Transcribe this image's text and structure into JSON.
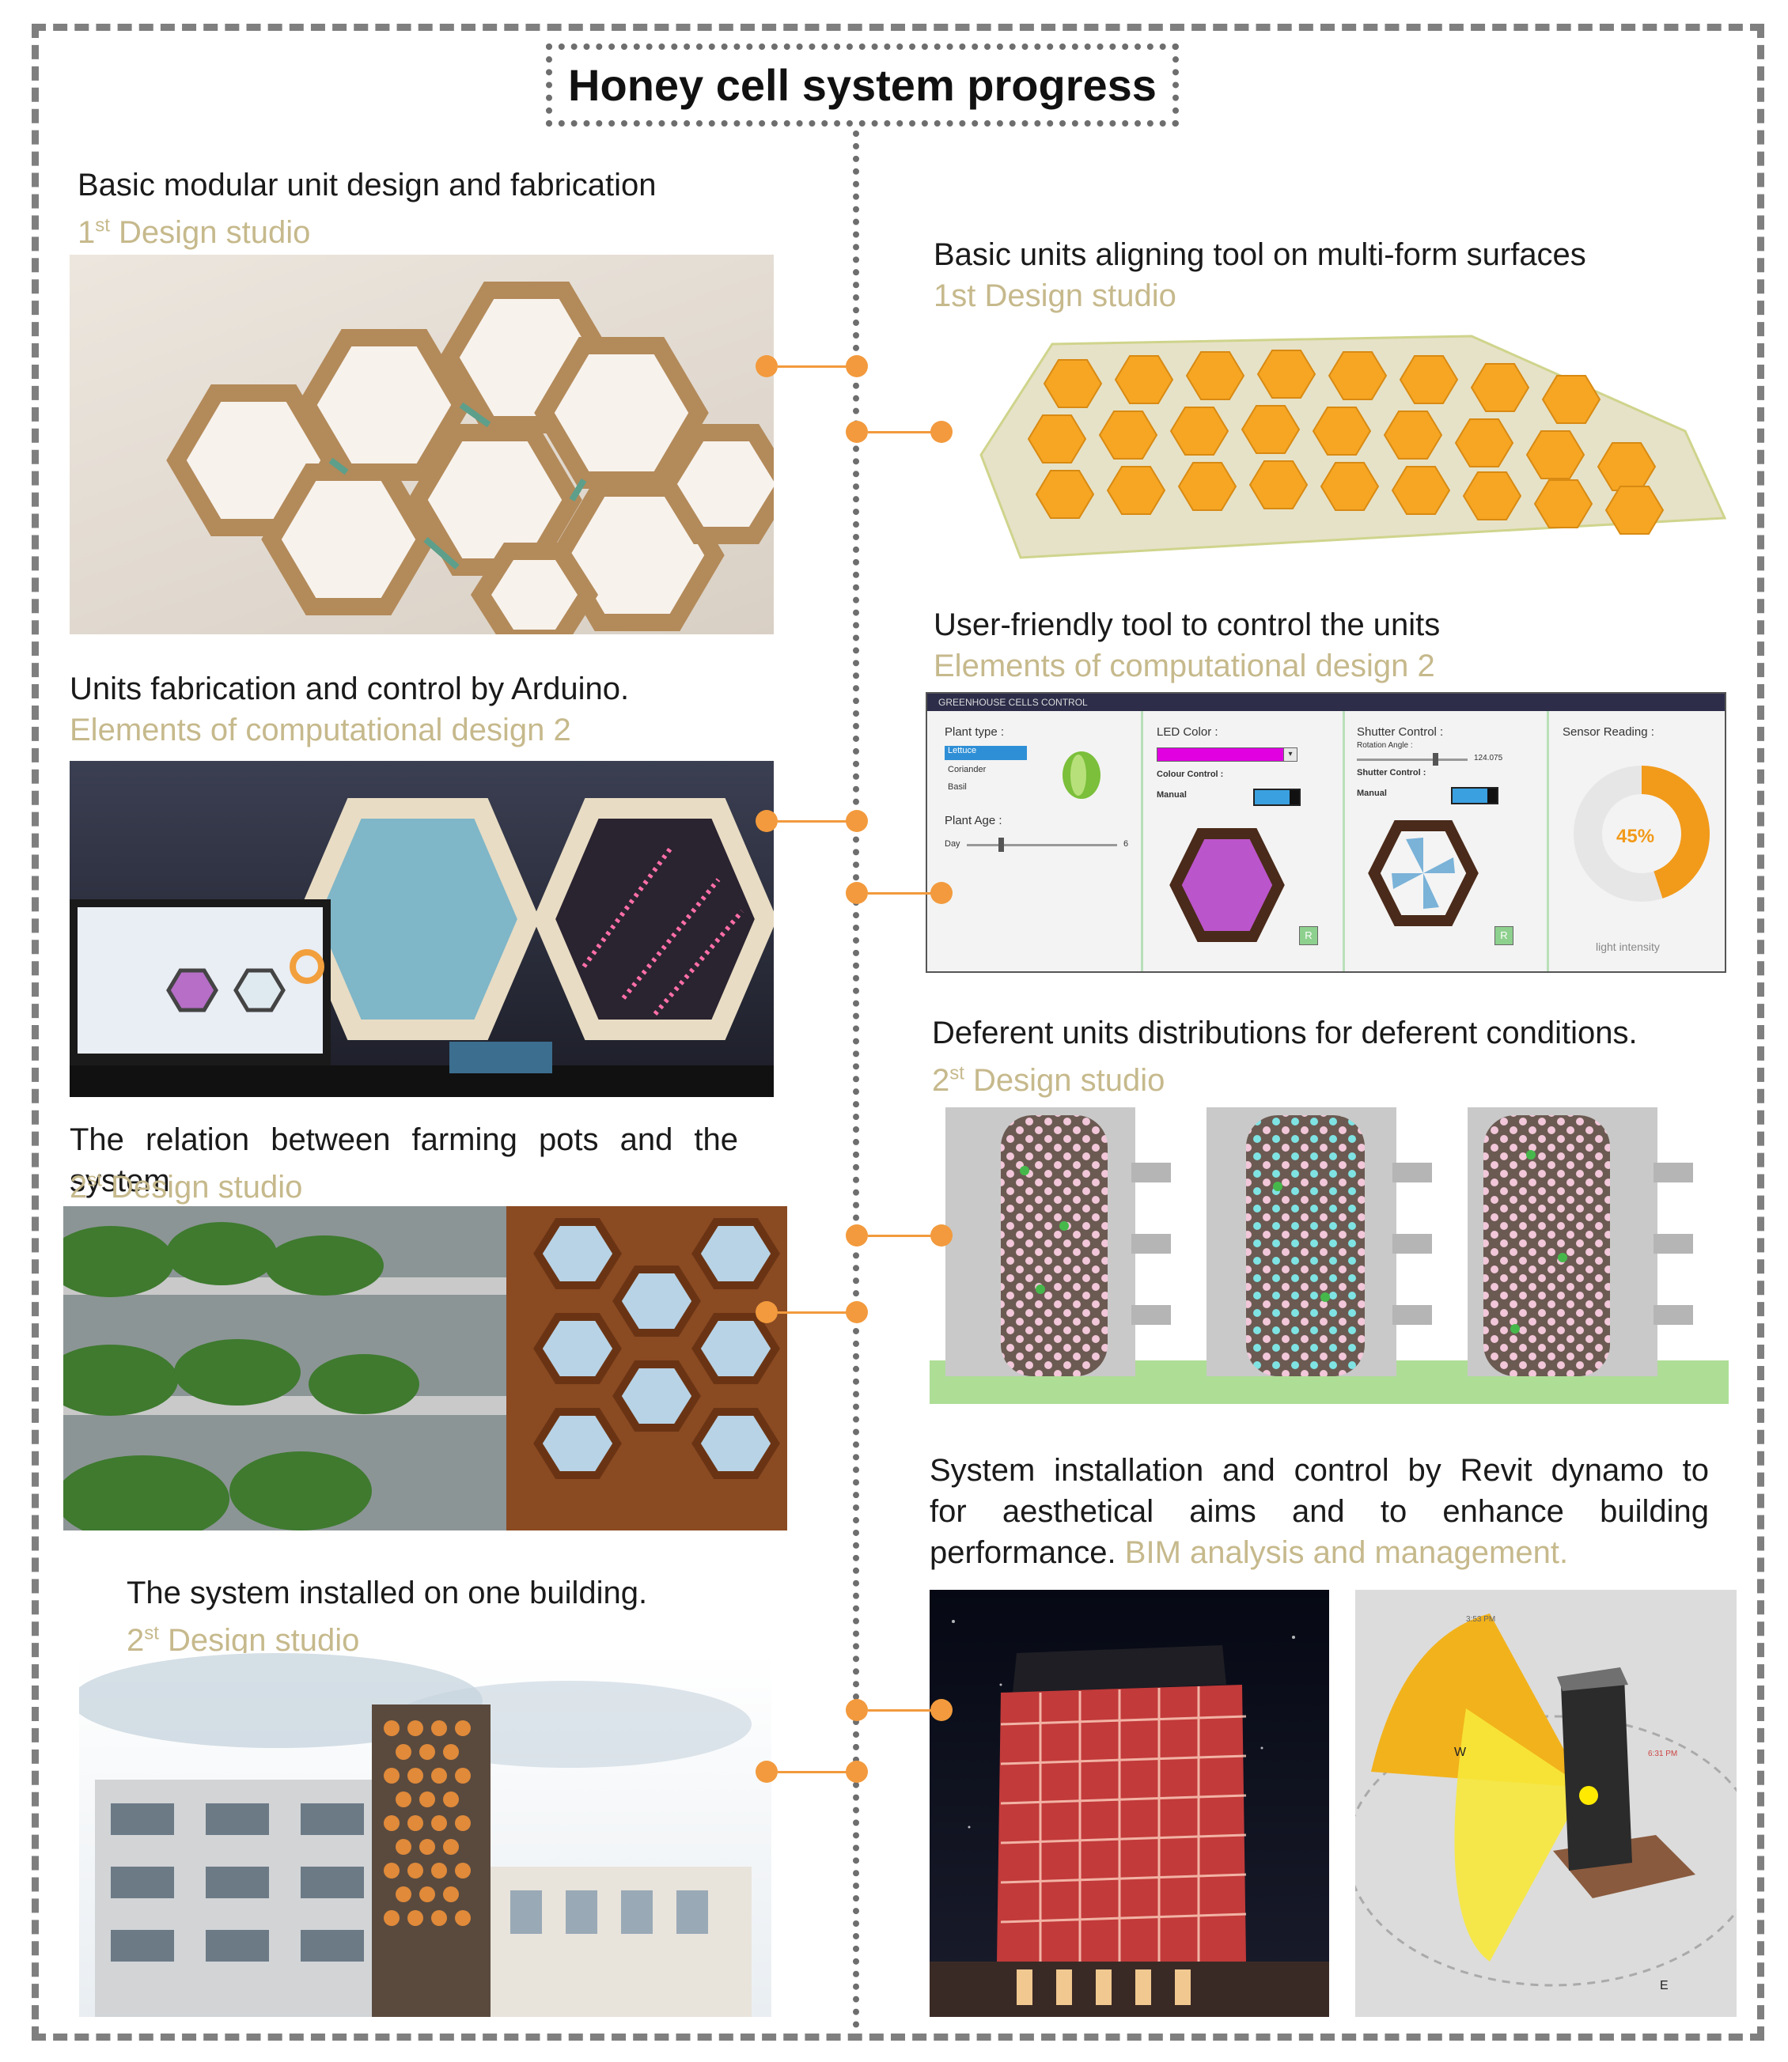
{
  "title": "Honey cell system progress",
  "left": [
    {
      "caption": "Basic modular unit design and fabrication",
      "sup_base": "1",
      "sup": "st",
      "studio": " Design studio"
    },
    {
      "caption": "Units fabrication and control by Arduino.",
      "studio": "Elements of computational design 2"
    },
    {
      "caption": "The relation between farming pots and the system",
      "sup_base": "2",
      "sup": "st",
      "studio": " Design studio"
    },
    {
      "caption": "The system installed on one building.",
      "sup_base": "2",
      "sup": "st",
      "studio": " Design studio"
    }
  ],
  "right": [
    {
      "caption": "Basic units aligning tool on multi-form surfaces",
      "studio": "1st Design studio"
    },
    {
      "caption": "User-friendly tool to control the units",
      "studio": "Elements of computational design 2"
    },
    {
      "caption": "Deferent units distributions for deferent conditions.",
      "sup_base": "2",
      "sup": "st",
      "studio": " Design studio"
    },
    {
      "caption_line1": "System installation and control by Revit dynamo to",
      "caption_line2": "for aesthetical aims and to enhance building",
      "caption_line3": "performance.",
      "studio": " BIM analysis and management."
    }
  ],
  "gui": {
    "window_title": "GREENHOUSE CELLS CONTROL",
    "plant_type_label": "Plant type :",
    "plants": [
      "Lettuce",
      "Coriander",
      "Basil"
    ],
    "plant_age_label": "Plant Age :",
    "day_label": "Day",
    "day_value": "6",
    "led_color_label": "LED Color :",
    "colour_control_label": "Colour Control :",
    "manual_label": "Manual",
    "shutter_control_label": "Shutter Control :",
    "rotation_angle_label": "Rotation Angle :",
    "rotation_angle_value": "124.075",
    "shutter_control_label2": "Shutter Control :",
    "manual_label2": "Manual",
    "sensor_reading_label": "Sensor Reading :",
    "sensor_value": "45%",
    "sensor_caption": "light intensity",
    "sensor_fraction": 0.45,
    "reset_label": "R"
  },
  "sun": {
    "label_w": "W",
    "label_e": "E",
    "label_pm": "3:53 PM",
    "label_pm2": "6:31 PM"
  },
  "colors": {
    "accent": "#f29a3d",
    "studio_text": "#c6b98c",
    "honey": "#f6a623",
    "magenta": "#e000e0"
  }
}
